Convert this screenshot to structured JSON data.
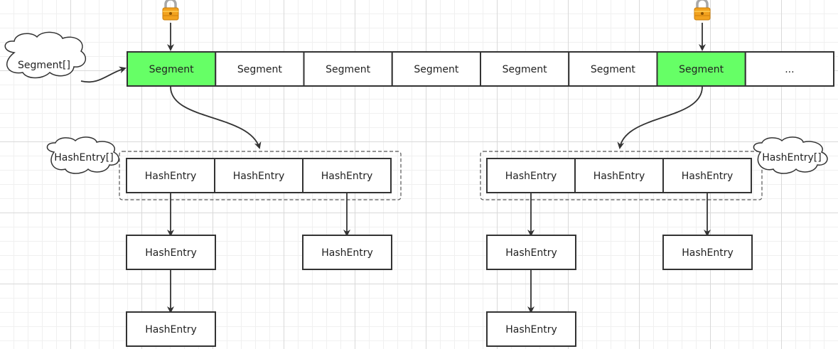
{
  "colors": {
    "highlight_fill": "#66ff66",
    "box_fill": "#ffffff",
    "box_stroke": "#333333",
    "arrow": "#333333",
    "lock_body": "#f0a020",
    "lock_shackle": "#b0b0b0"
  },
  "icons": {
    "lock": "lock-icon"
  },
  "segment_array": {
    "cloud_label": "Segment[]",
    "cells": [
      {
        "label": "Segment",
        "locked": true
      },
      {
        "label": "Segment",
        "locked": false
      },
      {
        "label": "Segment",
        "locked": false
      },
      {
        "label": "Segment",
        "locked": false
      },
      {
        "label": "Segment",
        "locked": false
      },
      {
        "label": "Segment",
        "locked": false
      },
      {
        "label": "Segment",
        "locked": true
      },
      {
        "label": "...",
        "locked": false
      }
    ]
  },
  "left_group": {
    "cloud_label": "HashEntry[]",
    "table": [
      "HashEntry",
      "HashEntry",
      "HashEntry"
    ],
    "chain_col0": [
      "HashEntry",
      "HashEntry"
    ],
    "chain_col2": [
      "HashEntry"
    ]
  },
  "right_group": {
    "cloud_label": "HashEntry[]",
    "table": [
      "HashEntry",
      "HashEntry",
      "HashEntry"
    ],
    "chain_col0": [
      "HashEntry",
      "HashEntry"
    ],
    "chain_col2": [
      "HashEntry"
    ]
  }
}
